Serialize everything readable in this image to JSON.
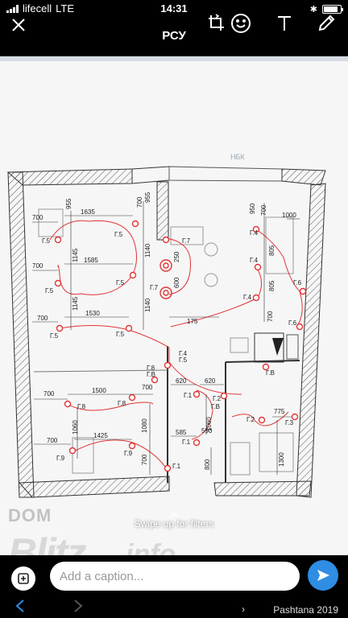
{
  "status_bar": {
    "carrier": "lifecell",
    "network": "LTE",
    "time": "14:31",
    "battery_level": 0.85
  },
  "editor": {
    "title": "РСУ",
    "icons": [
      "close-icon",
      "rotate-crop-icon",
      "emoji-sticker-icon",
      "text-icon",
      "pencil-icon"
    ]
  },
  "plan": {
    "top_label": "НБК",
    "dims": {
      "d700a": "700",
      "d955": "955",
      "d1635": "1635",
      "d700b": "700",
      "d955b": "955",
      "d1145a": "1145",
      "d1585": "1585",
      "d1145b": "1145",
      "d1530": "1530",
      "d1140a": "1140",
      "d1140b": "1140",
      "d250": "250",
      "d600": "600",
      "d175": "175",
      "d950": "950",
      "d1000": "1000",
      "d805a": "805",
      "d805b": "805",
      "d700c": "700",
      "d700d": "700",
      "d700e": "700",
      "d700f": "700",
      "d700g": "700",
      "d1500": "1500",
      "d1060a": "1060",
      "d1080": "1080",
      "d1425": "1425",
      "d700h": "700",
      "d620a": "620",
      "d620b": "620",
      "d585": "585",
      "d590": "590",
      "d1060b": "1060",
      "d800": "800",
      "d775": "775",
      "d1300": "1300",
      "d700i": "700",
      "d700j": "700"
    },
    "labels": {
      "g5a": "Г.5",
      "g5b": "Г.5",
      "g5c": "Г.5",
      "g5d": "Г.5",
      "g5e": "Г.5",
      "g5f": "Г.5",
      "g5g": "Г.5",
      "g7a": "Г.7",
      "g7b": "Г.7",
      "g4a": "Г.4",
      "g4b": "Г.4",
      "g4c": "Г.4",
      "g4d": "Г.4",
      "g6a": "Г.6",
      "g6b": "Г.6",
      "g8a": "Г.8",
      "g8b": "Г.8",
      "g8c": "Г.8",
      "g9a": "Г.9",
      "g9b": "Г.9",
      "g1a": "Г.1",
      "g1b": "Г.1",
      "g1c": "Г.1",
      "g2a": "Г.2",
      "g2b": "Г.2",
      "g3": "Г.3",
      "gva": "Г.В",
      "gvb": "Г.В",
      "gvc": "Г.В"
    }
  },
  "watermark": {
    "dom": "DOM",
    "blitz": "Blitz",
    "info": "info"
  },
  "swipe_hint": "Swipe up for filters",
  "caption": {
    "placeholder": "Add a caption..."
  },
  "footer": {
    "credit_symbol": "›",
    "credit": "Pashtana 2019"
  }
}
